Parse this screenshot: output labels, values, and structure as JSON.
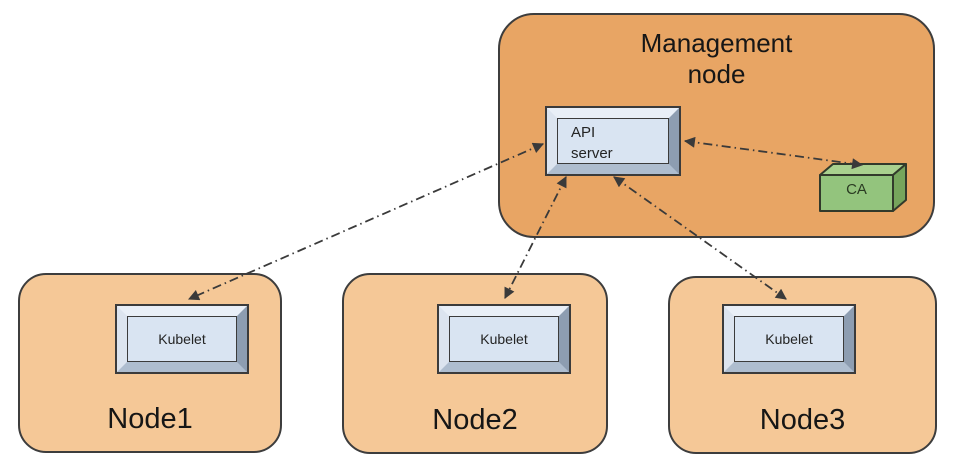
{
  "diagram": {
    "management_node": {
      "title": "Management\nnode",
      "api_server_label": "API\nserver",
      "ca_label": "CA"
    },
    "nodes": [
      {
        "label": "Node1",
        "component": "Kubelet"
      },
      {
        "label": "Node2",
        "component": "Kubelet"
      },
      {
        "label": "Node3",
        "component": "Kubelet"
      }
    ],
    "connections": [
      {
        "from": "api-server",
        "to": "kubelet-node1",
        "style": "dash-dot",
        "bidirectional": true
      },
      {
        "from": "api-server",
        "to": "kubelet-node2",
        "style": "dash-dot",
        "bidirectional": true
      },
      {
        "from": "api-server",
        "to": "kubelet-node3",
        "style": "dash-dot",
        "bidirectional": true
      },
      {
        "from": "api-server",
        "to": "ca",
        "style": "dash-dot",
        "bidirectional": true
      }
    ],
    "colors": {
      "management_fill": "#e8a564",
      "node_fill": "#f5c897",
      "component_face": "#d9e4f2",
      "ca_front": "#93c47d",
      "ca_top": "#a9d18e",
      "ca_side": "#76a55c",
      "outline": "#3b3b3b",
      "arrow": "#3a3a3a"
    }
  }
}
